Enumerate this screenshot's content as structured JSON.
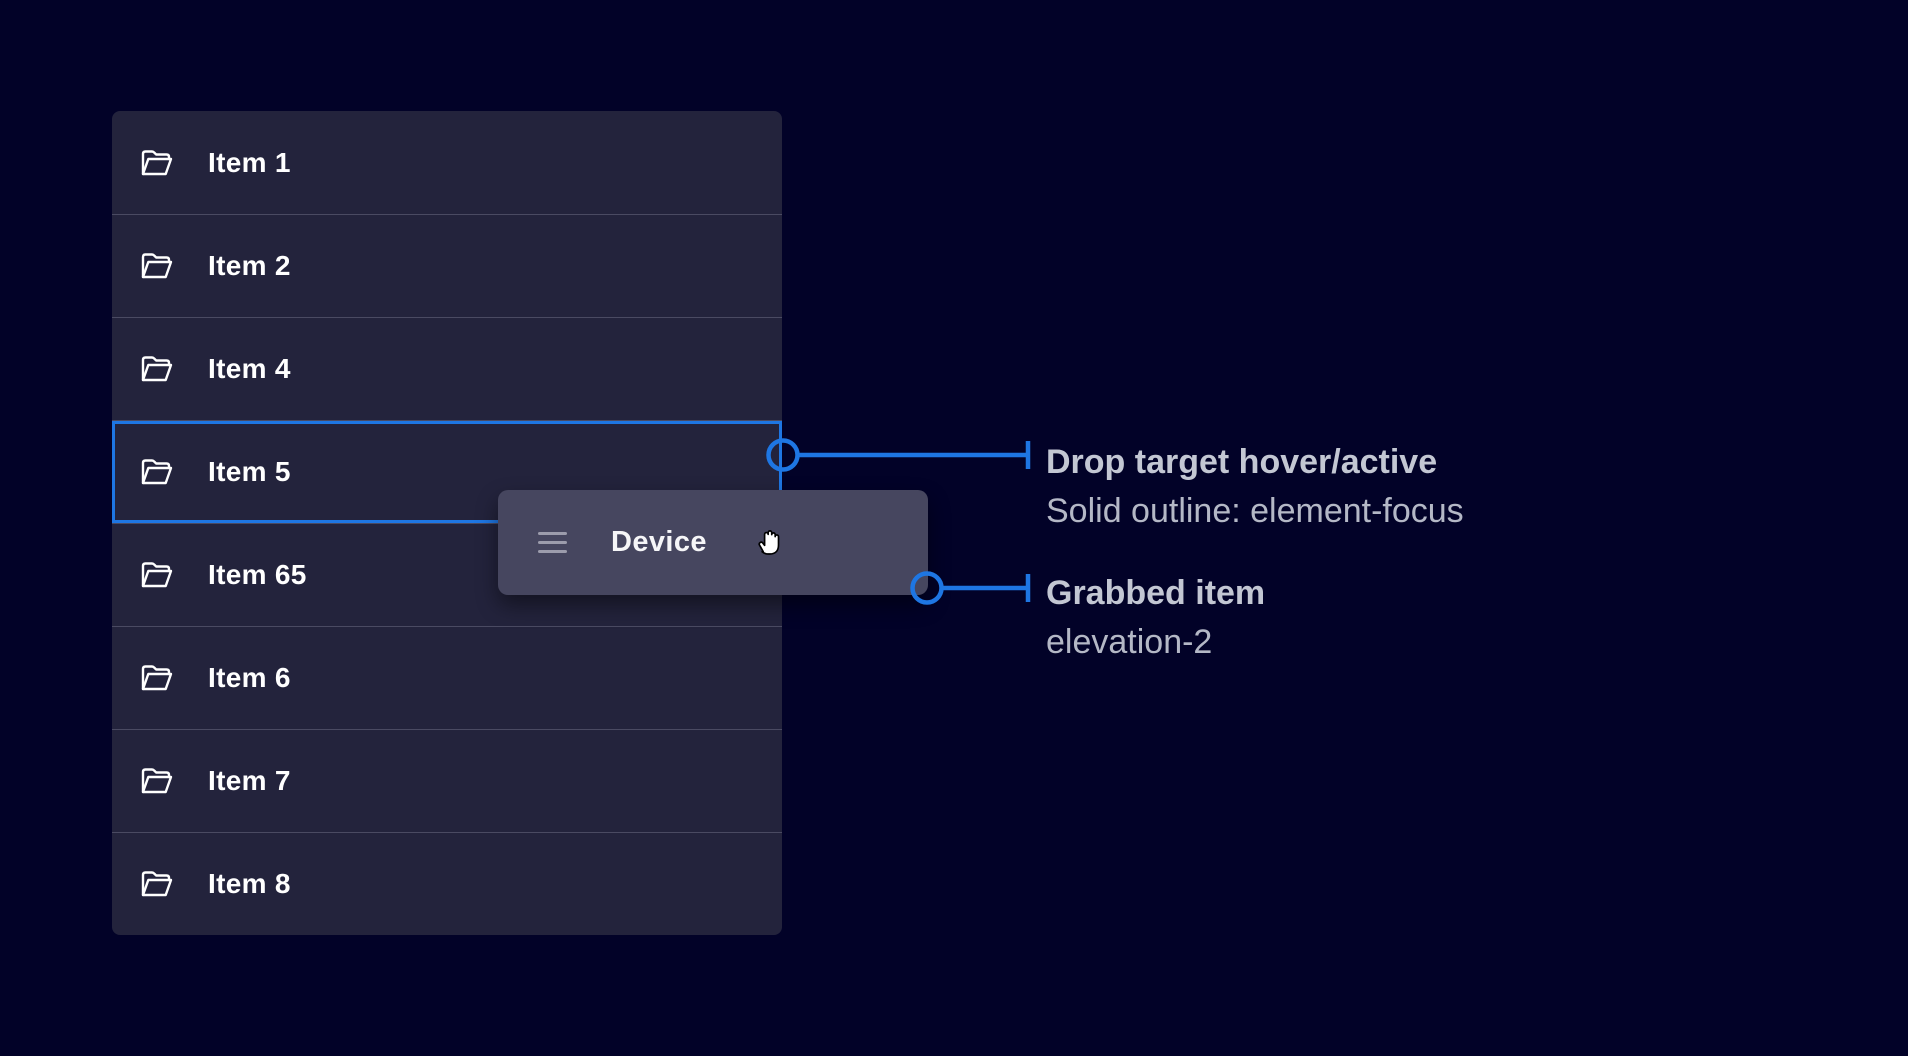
{
  "colors": {
    "background": "#020228",
    "row_bg": "#23233C",
    "divider": "#4A4A62",
    "card_bg": "#46465F",
    "focus": "#1E76E3",
    "label": "#FFFFFF",
    "heading_text": "#C3C7D3",
    "sub_text": "#B4B8C6",
    "bars": "#9C9CAC",
    "card_label": "#F6F6F8"
  },
  "list": {
    "items": [
      {
        "label": "Item 1",
        "icon": "folder-open-icon"
      },
      {
        "label": "Item 2",
        "icon": "folder-open-icon"
      },
      {
        "label": "Item 4",
        "icon": "folder-open-icon"
      },
      {
        "label": "Item 5",
        "icon": "folder-open-icon"
      },
      {
        "label": "Item 65",
        "icon": "folder-open-icon"
      },
      {
        "label": "Item 6",
        "icon": "folder-open-icon"
      },
      {
        "label": "Item 7",
        "icon": "folder-open-icon"
      },
      {
        "label": "Item 8",
        "icon": "folder-open-icon"
      }
    ],
    "focused_index": 3
  },
  "drag_card": {
    "label": "Device",
    "handle_icon": "drag-handle-icon",
    "cursor_icon": "grab-cursor-icon"
  },
  "annotations": [
    {
      "title": "Drop target hover/active",
      "subtitle": "Solid outline: element-focus"
    },
    {
      "title": "Grabbed item",
      "subtitle": "elevation-2"
    }
  ]
}
